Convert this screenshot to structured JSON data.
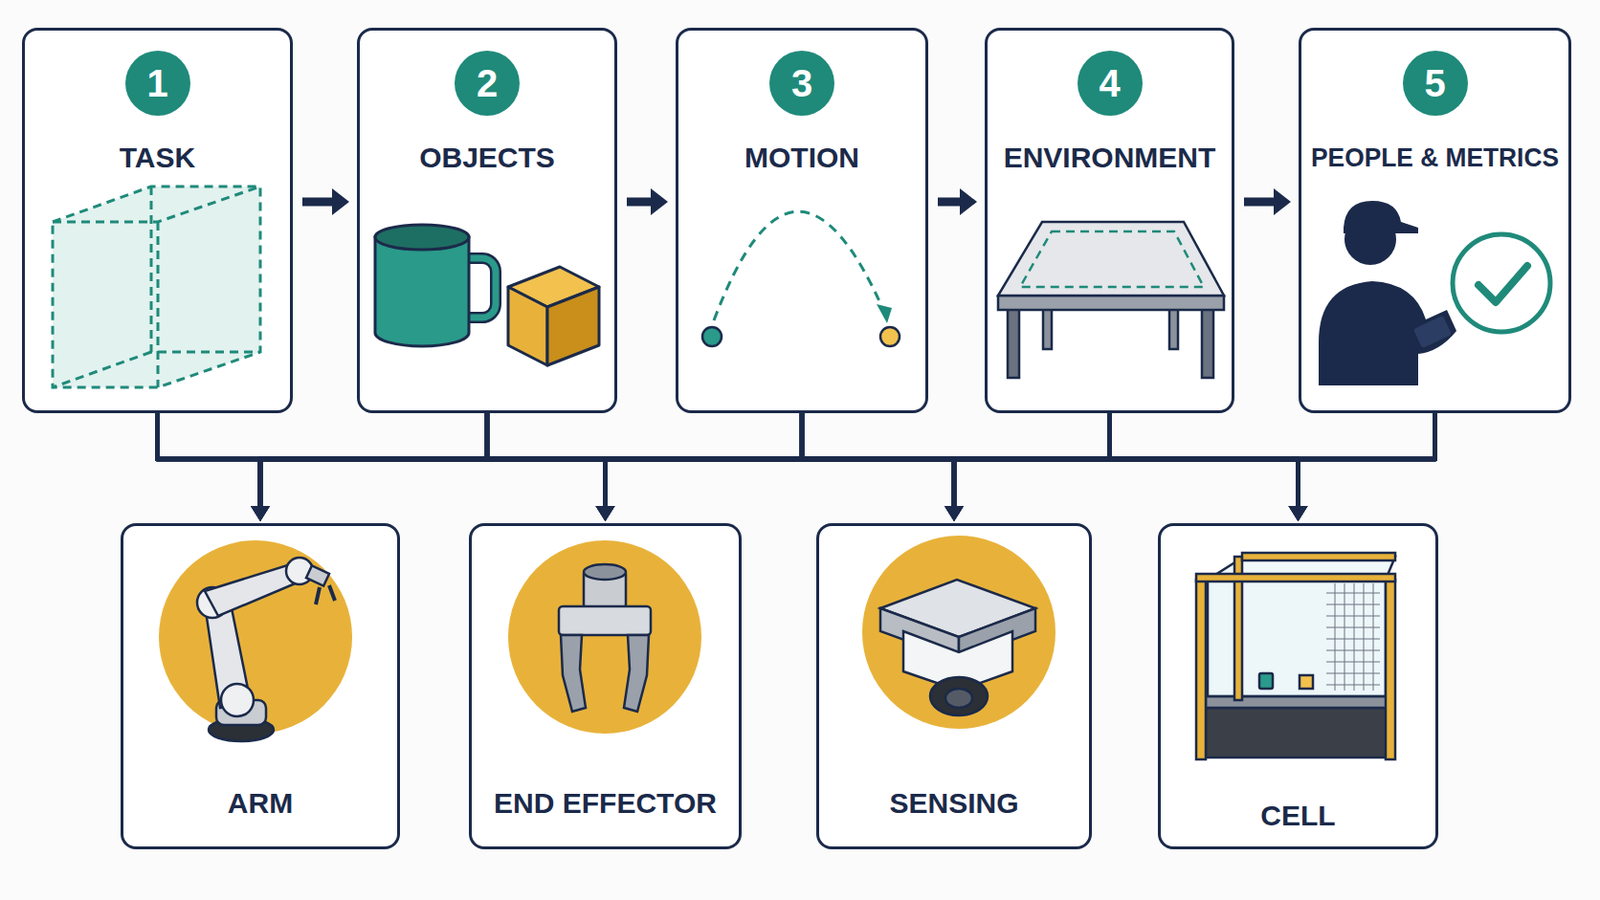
{
  "diagram": {
    "nodes": [
      {
        "text": [
          "TASK"
        ]
      },
      {
        "text": [
          "1"
        ],
        "in": 0
      },
      {
        "text": [
          "OBJECTS"
        ]
      },
      {
        "text": [
          "2"
        ],
        "in": 2
      },
      {
        "text": [
          "MOTION"
        ]
      },
      {
        "text": [
          "3"
        ],
        "in": 4
      },
      {
        "text": [
          "ENVIRONMENT"
        ]
      },
      {
        "text": [
          "4"
        ],
        "in": 6
      },
      {
        "text": [
          "PEOPLE & METRICS"
        ]
      },
      {
        "text": [
          "5"
        ],
        "in": 8
      },
      {
        "text": [
          "ARM"
        ]
      },
      {
        "text": [
          "END EFFECTOR"
        ]
      },
      {
        "text": [
          "SENSING"
        ]
      },
      {
        "text": [
          "CELL"
        ]
      }
    ],
    "edges": [
      {
        "from": 0,
        "to": 2,
        "arrow": "to"
      },
      {
        "from": 2,
        "to": 4,
        "arrow": "to"
      },
      {
        "from": 4,
        "to": 6,
        "arrow": "to"
      },
      {
        "from": 6,
        "to": 8,
        "arrow": "to"
      },
      {
        "from": 0,
        "to": 10,
        "arrow": "to"
      },
      {
        "from": 0,
        "to": 11,
        "arrow": "to"
      },
      {
        "from": 0,
        "to": 12,
        "arrow": "to"
      },
      {
        "from": 0,
        "to": 13,
        "arrow": "to"
      },
      {
        "from": 2,
        "to": 10,
        "arrow": "to"
      },
      {
        "from": 2,
        "to": 11,
        "arrow": "to"
      },
      {
        "from": 2,
        "to": 12,
        "arrow": "to"
      },
      {
        "from": 2,
        "to": 13,
        "arrow": "to"
      },
      {
        "from": 4,
        "to": 10,
        "arrow": "to"
      },
      {
        "from": 4,
        "to": 11,
        "arrow": "to"
      },
      {
        "from": 4,
        "to": 12,
        "arrow": "to"
      },
      {
        "from": 4,
        "to": 13,
        "arrow": "to"
      },
      {
        "from": 6,
        "to": 10,
        "arrow": "to"
      },
      {
        "from": 6,
        "to": 11,
        "arrow": "to"
      },
      {
        "from": 6,
        "to": 12,
        "arrow": "to"
      },
      {
        "from": 6,
        "to": 13,
        "arrow": "to"
      },
      {
        "from": 8,
        "to": 10,
        "arrow": "to"
      },
      {
        "from": 8,
        "to": 11,
        "arrow": "to"
      },
      {
        "from": 8,
        "to": 12,
        "arrow": "to"
      },
      {
        "from": 8,
        "to": 13,
        "arrow": "to"
      }
    ]
  }
}
